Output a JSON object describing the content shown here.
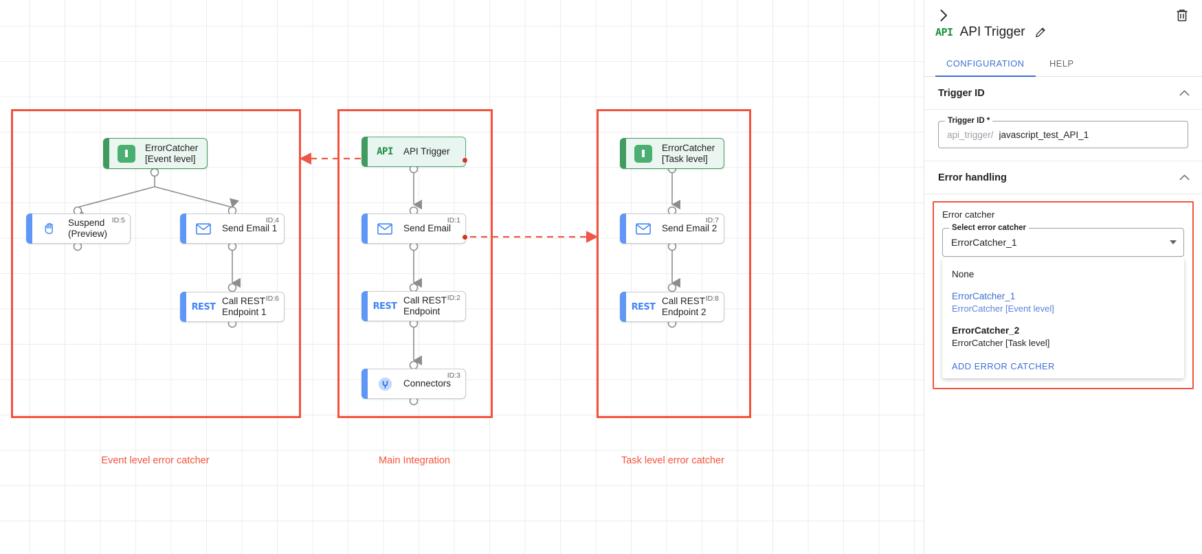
{
  "canvas": {
    "groups": [
      {
        "label": "Event level error catcher"
      },
      {
        "label": "Main Integration"
      },
      {
        "label": "Task level error catcher"
      }
    ],
    "nodes": {
      "errorcatcher_event": {
        "label": "ErrorCatcher\n[Event level]",
        "icon": "error-catcher-icon",
        "id": ""
      },
      "suspend": {
        "label": "Suspend\n(Preview)",
        "icon": "hand-icon",
        "id": "ID:5"
      },
      "send_email_1": {
        "label": "Send Email 1",
        "icon": "envelope-icon",
        "id": "ID:4"
      },
      "call_rest_1": {
        "label": "Call REST\nEndpoint 1",
        "icon": "rest-icon",
        "id": "ID:6"
      },
      "api_trigger": {
        "label": "API Trigger",
        "icon": "api-icon",
        "id": ""
      },
      "send_email": {
        "label": "Send Email",
        "icon": "envelope-icon",
        "id": "ID:1"
      },
      "call_rest": {
        "label": "Call REST\nEndpoint",
        "icon": "rest-icon",
        "id": "ID:2"
      },
      "connectors": {
        "label": "Connectors",
        "icon": "connectors-icon",
        "id": "ID:3"
      },
      "errorcatcher_task": {
        "label": "ErrorCatcher\n[Task level]",
        "icon": "error-catcher-icon",
        "id": ""
      },
      "send_email_2": {
        "label": "Send Email 2",
        "icon": "envelope-icon",
        "id": "ID:7"
      },
      "call_rest_2": {
        "label": "Call REST\nEndpoint 2",
        "icon": "rest-icon",
        "id": "ID:8"
      }
    }
  },
  "panel": {
    "title": "API Trigger",
    "icon": "api-icon",
    "collapse_icon": "chevron-right-icon",
    "delete_icon": "trash-icon",
    "edit_icon": "pencil-icon",
    "tabs": [
      {
        "label": "CONFIGURATION",
        "active": true
      },
      {
        "label": "HELP",
        "active": false
      }
    ],
    "trigger_id_section": {
      "title": "Trigger ID",
      "chevron": "chevron-up-icon",
      "field_legend": "Trigger ID *",
      "prefix": "api_trigger/",
      "value": "javascript_test_API_1",
      "placeholder": ""
    },
    "error_handling_section": {
      "title": "Error handling",
      "chevron": "chevron-up-icon",
      "box_title": "Error catcher",
      "select_legend": "Select error catcher",
      "selected_value": "ErrorCatcher_1",
      "options": [
        {
          "main": "None",
          "sub": "",
          "selected": false,
          "bold": false
        },
        {
          "main": "ErrorCatcher_1",
          "sub": "ErrorCatcher [Event level]",
          "selected": true,
          "bold": false
        },
        {
          "main": "ErrorCatcher_2",
          "sub": "ErrorCatcher [Task level]",
          "selected": false,
          "bold": true
        }
      ],
      "add_label": "ADD ERROR CATCHER"
    }
  },
  "colors": {
    "accent_red": "#f4513b",
    "accent_blue": "#3b6fd4",
    "node_blue": "#5e97f6",
    "node_green": "#3f9b5e",
    "error_dot": "#d93025"
  }
}
